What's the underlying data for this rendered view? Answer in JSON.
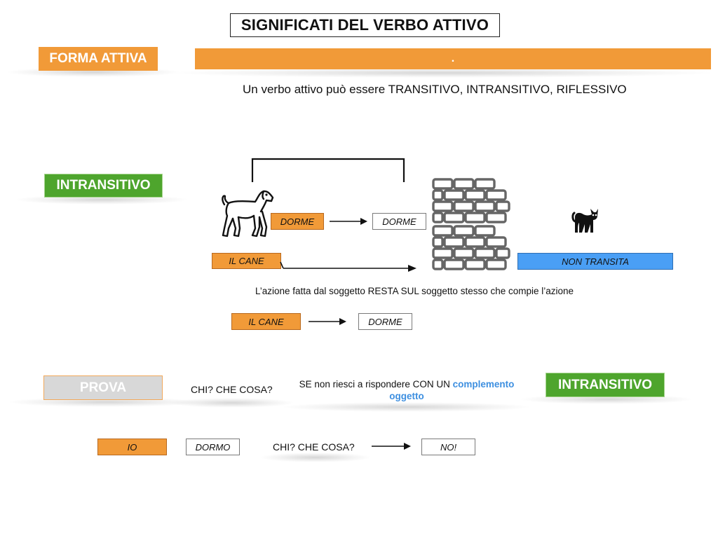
{
  "title": "SIGNIFICATI DEL VERBO ATTIVO",
  "forma_attiva": {
    "label": "FORMA ATTIVA",
    "bar_text": "."
  },
  "intro_text": "Un verbo attivo può essere TRANSITIVO, INTRANSITIVO, RIFLESSIVO",
  "intransitivo_section": {
    "label": "INTRANSITIVO",
    "dog_icon": "dog-icon",
    "wall_icon": "brick-wall-icon",
    "cat_icon": "cat-icon",
    "verb_box_1": "DORME",
    "verb_box_2": "DORME",
    "subject_box": "IL CANE",
    "result_box": "NON TRANSITA",
    "explanation": "L’azione fatta dal soggetto RESTA SUL soggetto stesso che compie l’azione",
    "example_subject": "IL CANE",
    "example_verb": "DORME"
  },
  "prova_section": {
    "label": "PROVA",
    "question": "CHI? CHE COSA?",
    "hint_line1_prefix": "SE non riesci a rispondere CON UN ",
    "hint_line1_highlight": "complemento",
    "hint_line2_highlight": "oggetto",
    "result_label": "INTRANSITIVO",
    "example_subject": "IO",
    "example_verb": "DORMO",
    "example_question": "CHI? CHE COSA?",
    "example_answer": "NO!"
  },
  "colors": {
    "orange": "#f19a38",
    "green": "#4ea52d",
    "blue": "#4a9ff5",
    "grey": "#d8d8d8"
  }
}
